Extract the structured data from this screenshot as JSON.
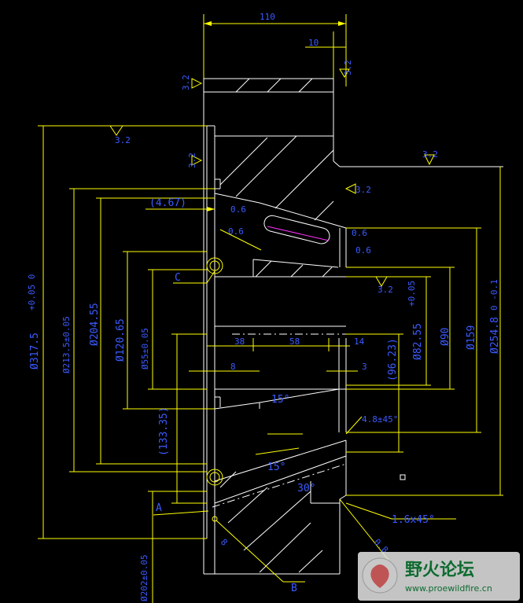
{
  "drawing": {
    "dims": {
      "d110": "110",
      "d10": "10",
      "d3_2_top": "3.2",
      "d3_2_a": "3.2",
      "d3_2_b": "3.2",
      "d3_2_c": "3.2",
      "d3_2_d": "3.2",
      "d3_2_e": "3.2",
      "d3_2_f": "3.2",
      "d317": "Ø317.5",
      "d317_tol": "+0.05 0",
      "d213": "Ø213.5±0.05",
      "d204": "Ø204.55",
      "d120": "Ø120.65",
      "d55": "Ø55±0.05",
      "d467": "(4.67)",
      "d58": "58",
      "d38": "38",
      "d14": "14",
      "d8": "8",
      "d3": "3",
      "d13335": "(133.35)",
      "d8255": "Ø82.55",
      "d8255_tol": "+0.05",
      "d9623": "(96.23)",
      "d90": "Ø90",
      "d159": "Ø159",
      "d2548": "Ø254.8",
      "d2548_tol": "0 -0.1",
      "d48": "4.8±45°",
      "d16": "1.6x45°",
      "d0_8": "0.8",
      "d15deg": "15°",
      "d30deg": "30°",
      "d202": "Ø202±0.05",
      "d6_5": "8",
      "d0_6": "0.6"
    },
    "labels": {
      "A": "A",
      "B": "B",
      "C": "C"
    }
  },
  "watermark": {
    "title": "野火论坛",
    "url": "www.proewildfire.cn"
  }
}
